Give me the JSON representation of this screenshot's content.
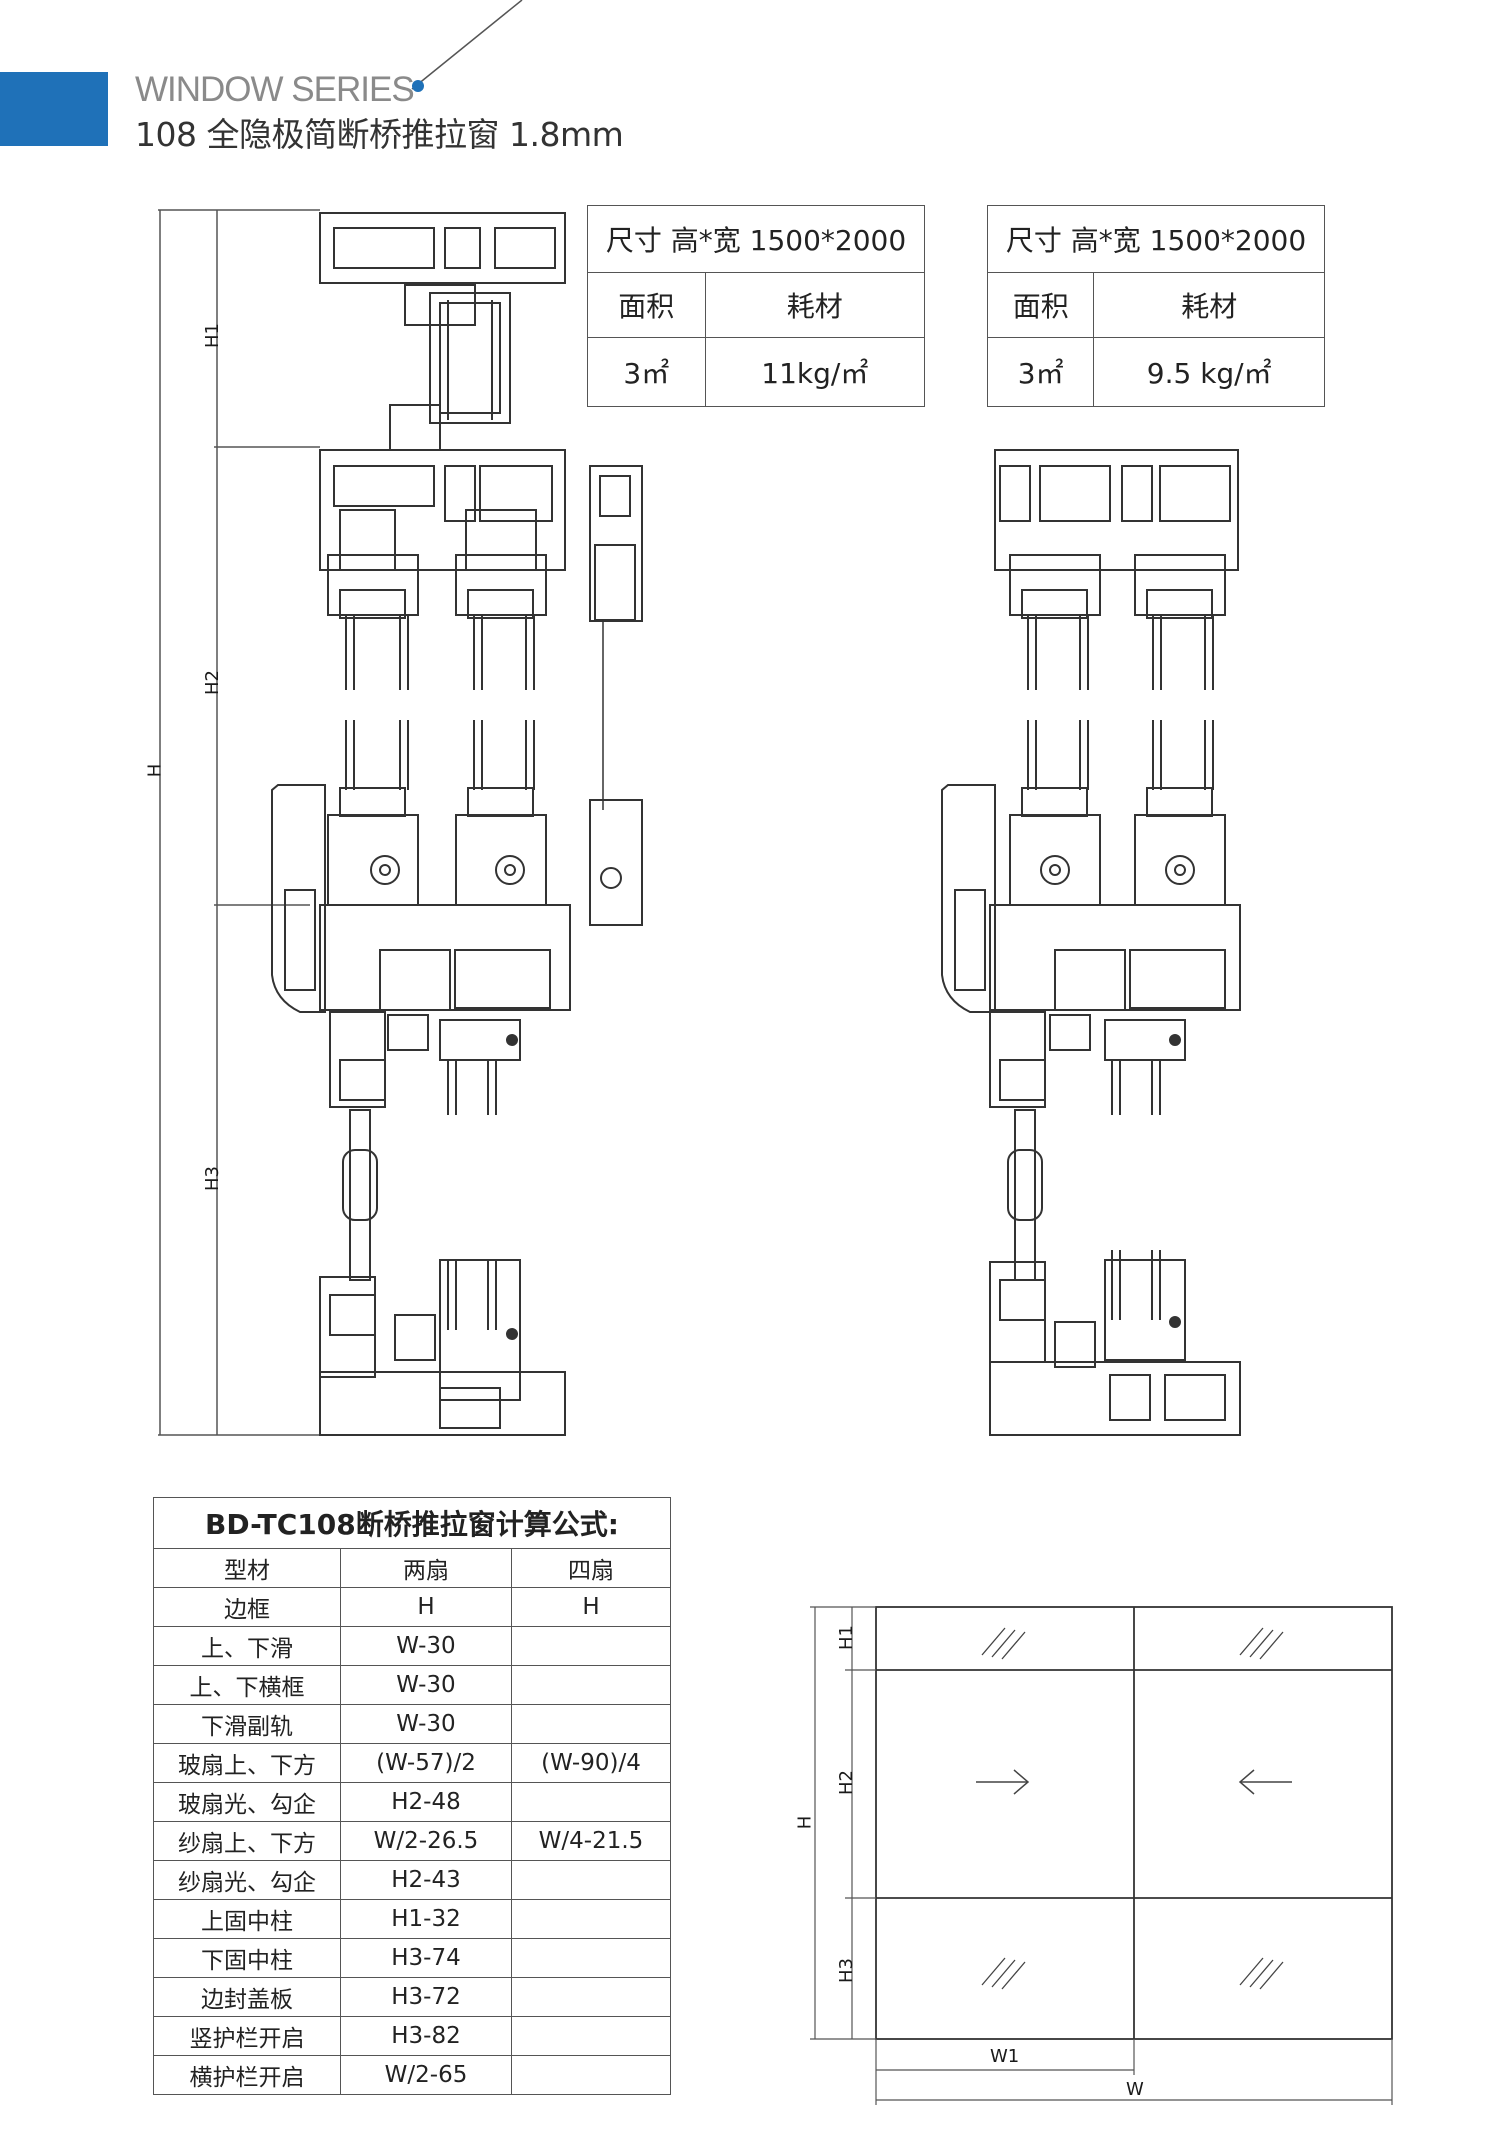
{
  "header": {
    "series": "WINDOW SERIES",
    "title": "108 全隐极简断桥推拉窗 1.8mm"
  },
  "spec_tables": [
    {
      "size": "尺寸 高*宽  1500*2000",
      "area_label": "面积",
      "material_label": "耗材",
      "area": "3㎡",
      "material": "11kg/㎡"
    },
    {
      "size": "尺寸 高*宽  1500*2000",
      "area_label": "面积",
      "material_label": "耗材",
      "area": "3㎡",
      "material": "9.5 kg/㎡"
    }
  ],
  "section_dims": {
    "H": "H",
    "H1": "H1",
    "H2": "H2",
    "H3": "H3"
  },
  "formula": {
    "title": "BD-TC108断桥推拉窗计算公式:",
    "headers": [
      "型材",
      "两扇",
      "四扇"
    ],
    "rows": [
      [
        "边框",
        "H",
        "H"
      ],
      [
        "上、下滑",
        "W-30",
        ""
      ],
      [
        "上、下横框",
        "W-30",
        ""
      ],
      [
        "下滑副轨",
        "W-30",
        ""
      ],
      [
        "玻扇上、下方",
        "(W-57)/2",
        "(W-90)/4"
      ],
      [
        "玻扇光、勾企",
        "H2-48",
        ""
      ],
      [
        "纱扇上、下方",
        "W/2-26.5",
        "W/4-21.5"
      ],
      [
        "纱扇光、勾企",
        "H2-43",
        ""
      ],
      [
        "上固中柱",
        "H1-32",
        ""
      ],
      [
        "下固中柱",
        "H3-74",
        ""
      ],
      [
        "边封盖板",
        "H3-72",
        ""
      ],
      [
        "竖护栏开启",
        "H3-82",
        ""
      ],
      [
        "横护栏开启",
        "W/2-65",
        ""
      ]
    ]
  },
  "elevation": {
    "H": "H",
    "H1": "H1",
    "H2": "H2",
    "H3": "H3",
    "W1": "W1",
    "W": "W"
  }
}
